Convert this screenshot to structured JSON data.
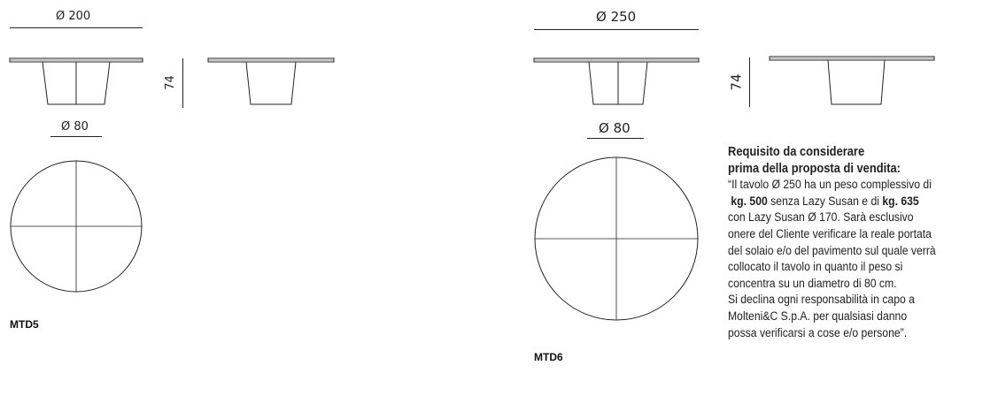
{
  "mtd5": {
    "top_diameter": "Ø 200",
    "base_diameter": "Ø 80",
    "height": "74",
    "model": "MTD5"
  },
  "mtd6": {
    "top_diameter": "Ø 250",
    "base_diameter": "Ø 80",
    "height": "74",
    "model": "MTD6"
  },
  "note": {
    "heading_line1": "Requisito da considerare",
    "heading_line2": "prima della proposta di vendita:",
    "l1": "“Il tavolo Ø 250 ha un peso complessivo di",
    "l2_weight1": "kg. 500",
    "l2_mid": " senza Lazy Susan e di ",
    "l2_weight2": "kg. 635",
    "l3": " con Lazy Susan Ø 170. Sarà esclusivo",
    "l4": "onere del Cliente verificare la reale portata",
    "l5": "del solaio e/o del pavimento sul quale verrà",
    "l6": "collocato il tavolo in quanto il peso si",
    "l7": "concentra su un diametro di 80 cm.",
    "l8": "Si declina ogni responsabilità in capo a",
    "l9": " Molteni&C S.p.A. per qualsiasi danno",
    "l10": " possa verificarsi a cose e/o persone”."
  }
}
